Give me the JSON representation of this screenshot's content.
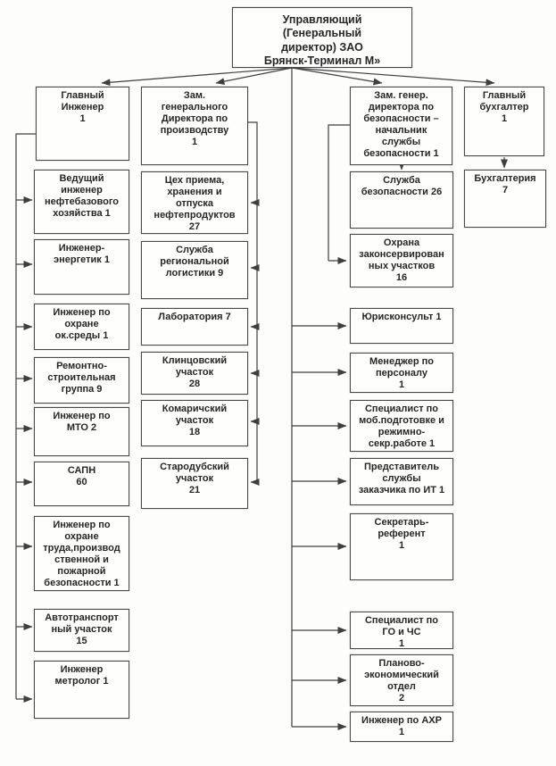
{
  "colors": {
    "paper": "#fdfdfc",
    "box_border": "#4a4a4a",
    "text": "#262626",
    "connector_line": "#3f3f3f"
  },
  "nodes": {
    "root": {
      "label": "Управляющий\n(Генеральный\nдиректор)  ЗАО\nБрянск-Терминал М»",
      "count": ""
    },
    "chief_engineer": {
      "label": "Главный\nИнженер",
      "count": "1"
    },
    "deputy_production": {
      "label": "Зам.\nгенерального\nДиректора по\nпроизводству",
      "count": "1"
    },
    "deputy_security": {
      "label": "Зам. генер.\nдиректора по\nбезопасности –\nначальник\nслужбы\nбезопасности 1",
      "count": ""
    },
    "chief_accountant": {
      "label": "Главный\nбухгалтер",
      "count": "1"
    },
    "lead_oilbase_engineer": {
      "label": "Ведущий\nинженер\nнефтебазового\nхозяйства 1",
      "count": ""
    },
    "power_engineer": {
      "label": "Инженер-\nэнергетик 1",
      "count": ""
    },
    "environment_engineer": {
      "label": "Инженер  по\nохране\nок.среды 1",
      "count": ""
    },
    "repair_construction_group": {
      "label": "Ремонтно-\nстроительная\nгруппа 9",
      "count": ""
    },
    "mto_engineer": {
      "label": "Инженер по\nМТО 2",
      "count": ""
    },
    "sapn": {
      "label": "САПН",
      "count": "60"
    },
    "labor_safety_engineer": {
      "label": "Инженер по\nохране\nтруда,производ\nственной и\nпожарной\nбезопасности 1",
      "count": ""
    },
    "motor_transport_section": {
      "label": "Автотранспорт\nный участок",
      "count": "15"
    },
    "metrology_engineer": {
      "label": "Инженер\nметролог 1",
      "count": ""
    },
    "oil_products_shop": {
      "label": "Цех приема,\nхранения и\nотпуска\nнефтепродуктов",
      "count": "27"
    },
    "regional_logistics": {
      "label": "Служба\nрегиональной\nлогистики 9",
      "count": ""
    },
    "laboratory": {
      "label": "Лаборатория 7",
      "count": ""
    },
    "klintsovsky_section": {
      "label": "Клинцовский\nучасток",
      "count": "28"
    },
    "komarichsky_section": {
      "label": "Комаричский\nучасток",
      "count": "18"
    },
    "starodubsky_section": {
      "label": "Стародубский\nучасток",
      "count": "21"
    },
    "security_service": {
      "label": "Служба\nбезопасности 26",
      "count": ""
    },
    "mothballed_sites_guard": {
      "label": "Охрана\nзаконсервирован\nных участков",
      "count": "16"
    },
    "legal_adviser": {
      "label": "Юрисконсульт 1",
      "count": ""
    },
    "hr_manager": {
      "label": "Менеджер по\nперсоналу",
      "count": "1"
    },
    "mobilization_specialist": {
      "label": "Специалист по\nмоб.подготовке и\nрежимно-\nсекр.работе 1",
      "count": ""
    },
    "it_customer_representative": {
      "label": "Представитель\nслужбы\nзаказчика по ИТ 1",
      "count": ""
    },
    "secretary_referent": {
      "label": "Секретарь-\nреферент",
      "count": "1"
    },
    "civil_defense_specialist": {
      "label": "Специалист по\nГО и ЧС",
      "count": "1"
    },
    "planning_economic_dept": {
      "label": "Планово-\nэкономический\nотдел",
      "count": "2"
    },
    "ahr_engineer": {
      "label": "Инженер по АХР",
      "count": "1"
    },
    "accounting": {
      "label": "Бухгалтерия",
      "count": "7"
    }
  }
}
